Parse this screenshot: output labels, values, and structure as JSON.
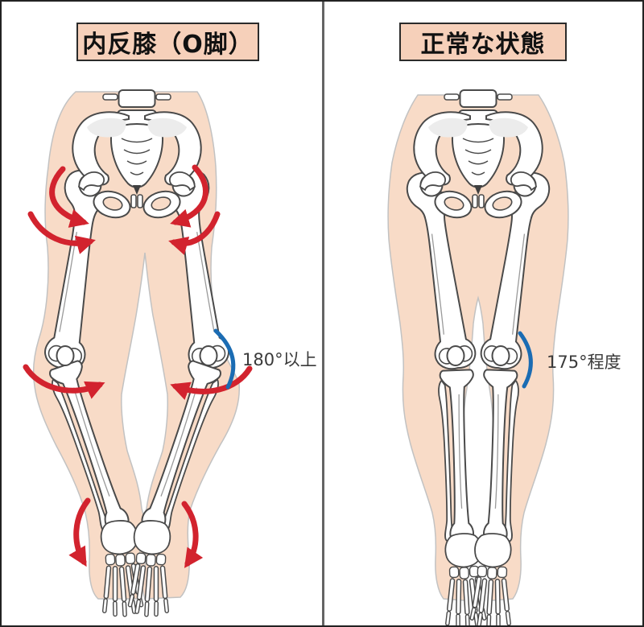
{
  "diagram": {
    "panels": [
      {
        "id": "varus-knee",
        "title": "内反膝（O脚）",
        "angle_label": "180°以上"
      },
      {
        "id": "normal-state",
        "title": "正常な状態",
        "angle_label": "175°程度"
      }
    ]
  },
  "colors": {
    "background": "#ffffff",
    "page_border": "#222222",
    "divider": "#646464",
    "skin": "#f8dbc7",
    "skin_outline": "#c2c2c2",
    "title_background": "#f6d0ba",
    "title_border": "#2b2b2b",
    "bone_fill": "#ffffff",
    "bone_outline": "#4a4a4a",
    "rotation_arrow_red": "#d2232e",
    "angle_arc_blue": "#1b6cb3",
    "label_text": "#3a3a3a"
  }
}
